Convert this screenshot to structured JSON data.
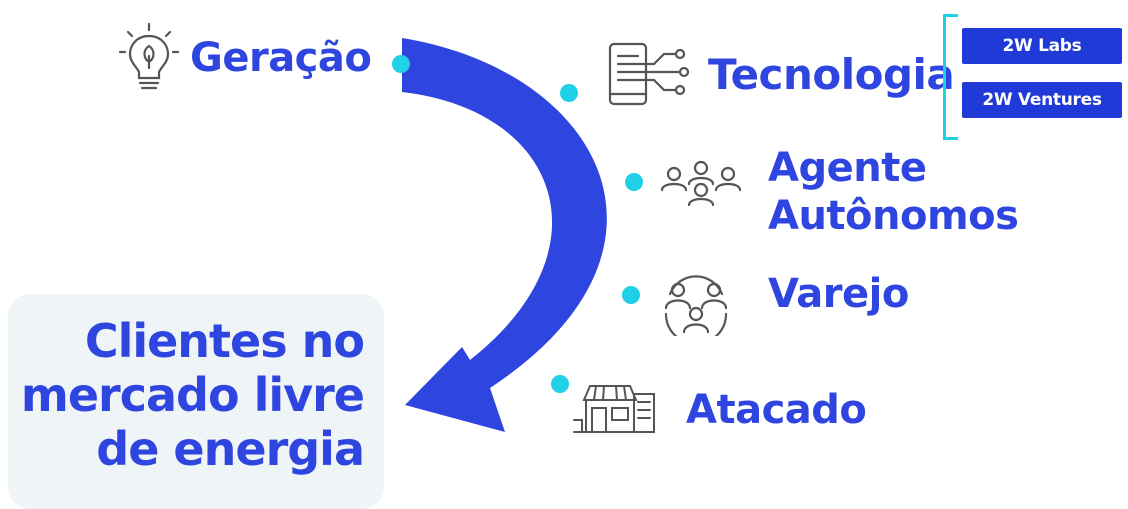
{
  "nodes": {
    "geracao": {
      "label": "Geração",
      "icon": "lightbulb-leaf-icon"
    },
    "tecnologia": {
      "label": "Tecnologia",
      "icon": "phone-circuit-icon"
    },
    "agente": {
      "label_line1": "Agente",
      "label_line2": "Autônomos",
      "icon": "people-group-icon"
    },
    "varejo": {
      "label": "Varejo",
      "icon": "people-circle-icon"
    },
    "atacado": {
      "label": "Atacado",
      "icon": "storefront-icon"
    }
  },
  "tecnologia_tags": [
    "2W Labs",
    "2W Ventures"
  ],
  "clients": {
    "line1": "Clientes no",
    "line2": "mercado livre",
    "line3": "de energia"
  },
  "colors": {
    "arrow": "#2f45e0",
    "dot": "#1fd0e6",
    "text": "#2f45e0",
    "tag_bg": "#1f3ad6",
    "box_bg": "#eff4f7"
  }
}
